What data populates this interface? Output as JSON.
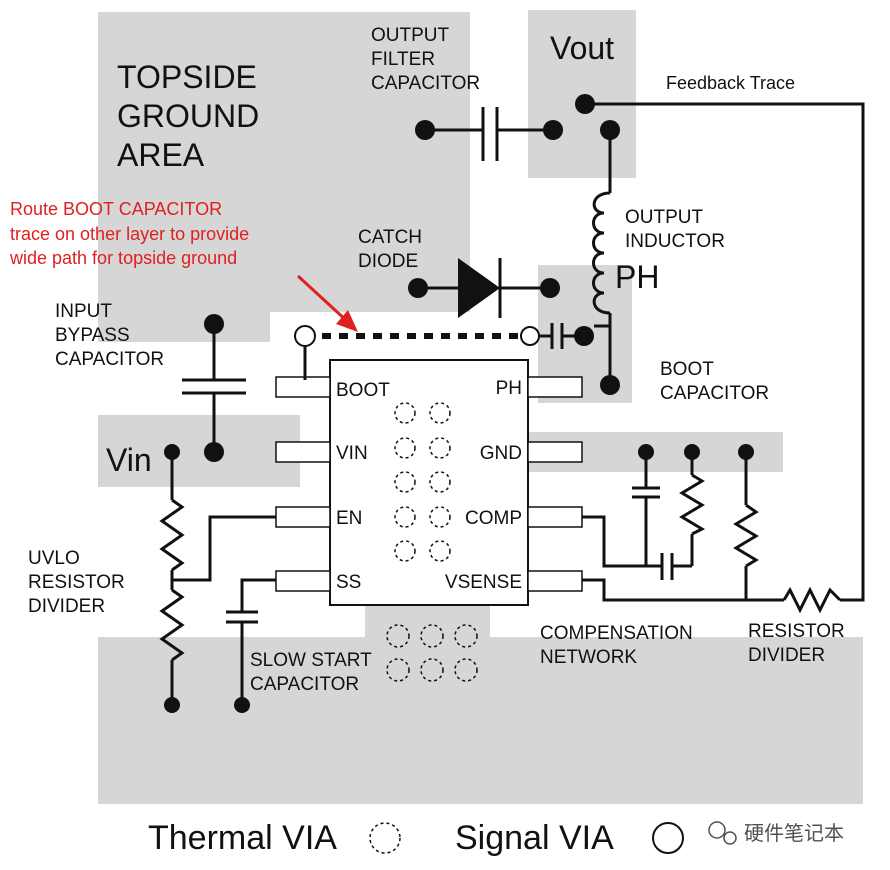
{
  "labels": {
    "topside_ground_area": [
      "TOPSIDE",
      "GROUND",
      "AREA"
    ],
    "vout": "Vout",
    "vin": "Vin",
    "ph_node": "PH",
    "output_filter_capacitor": [
      "OUTPUT",
      "FILTER",
      "CAPACITOR"
    ],
    "feedback_trace": "Feedback Trace",
    "output_inductor": [
      "OUTPUT",
      "INDUCTOR"
    ],
    "catch_diode": [
      "CATCH",
      "DIODE"
    ],
    "input_bypass_capacitor": [
      "INPUT",
      "BYPASS",
      "CAPACITOR"
    ],
    "boot_capacitor": [
      "BOOT",
      "CAPACITOR"
    ],
    "uvlo_resistor_divider": [
      "UVLO",
      "RESISTOR",
      "DIVIDER"
    ],
    "slow_start_capacitor": [
      "SLOW START",
      "CAPACITOR"
    ],
    "compensation_network": [
      "COMPENSATION",
      "NETWORK"
    ],
    "resistor_divider": [
      "RESISTOR",
      "DIVIDER"
    ],
    "note_red": [
      "Route BOOT CAPACITOR",
      "trace  on other layer to provide",
      "wide path for topside ground"
    ]
  },
  "ic_pins": {
    "left": [
      "BOOT",
      "VIN",
      "EN",
      "SS"
    ],
    "right": [
      "PH",
      "GND",
      "COMP",
      "VSENSE"
    ]
  },
  "legend": {
    "thermal_via": "Thermal VIA",
    "signal_via": "Signal VIA",
    "watermark": "硬件笔记本"
  },
  "colors": {
    "copper_area": "#d6d6d6",
    "line": "#111111",
    "note": "#e02020"
  }
}
